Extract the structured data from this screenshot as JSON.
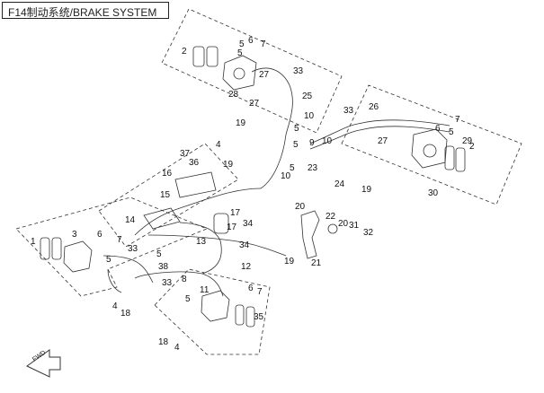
{
  "title": "F14制动系统/BRAKE SYSTEM",
  "arrow_label": "FWD",
  "callouts": [
    {
      "id": "c2a",
      "text": "2"
    },
    {
      "id": "c5a",
      "text": "5"
    },
    {
      "id": "c6a",
      "text": "6"
    },
    {
      "id": "c7a",
      "text": "7"
    },
    {
      "id": "c5b",
      "text": "5"
    },
    {
      "id": "c27a",
      "text": "27"
    },
    {
      "id": "c28",
      "text": "28"
    },
    {
      "id": "c27b",
      "text": "27"
    },
    {
      "id": "c19a",
      "text": "19"
    },
    {
      "id": "c33a",
      "text": "33"
    },
    {
      "id": "c25",
      "text": "25"
    },
    {
      "id": "c10a",
      "text": "10"
    },
    {
      "id": "c5c",
      "text": "5"
    },
    {
      "id": "c9",
      "text": "9"
    },
    {
      "id": "c10b",
      "text": "10"
    },
    {
      "id": "c5d",
      "text": "5"
    },
    {
      "id": "c23",
      "text": "23"
    },
    {
      "id": "c10c",
      "text": "10"
    },
    {
      "id": "c5e",
      "text": "5"
    },
    {
      "id": "c24",
      "text": "24"
    },
    {
      "id": "c19b",
      "text": "19"
    },
    {
      "id": "c33b",
      "text": "33"
    },
    {
      "id": "c26",
      "text": "26"
    },
    {
      "id": "c7b",
      "text": "7"
    },
    {
      "id": "c6b",
      "text": "6"
    },
    {
      "id": "c5f",
      "text": "5"
    },
    {
      "id": "c27c",
      "text": "27"
    },
    {
      "id": "c29",
      "text": "29"
    },
    {
      "id": "c2b",
      "text": "2"
    },
    {
      "id": "c30",
      "text": "30"
    },
    {
      "id": "c37",
      "text": "37"
    },
    {
      "id": "c4a",
      "text": "4"
    },
    {
      "id": "c36",
      "text": "36"
    },
    {
      "id": "c16",
      "text": "16"
    },
    {
      "id": "c19c",
      "text": "19"
    },
    {
      "id": "c15",
      "text": "15"
    },
    {
      "id": "c14",
      "text": "14"
    },
    {
      "id": "c17a",
      "text": "17"
    },
    {
      "id": "c17b",
      "text": "17"
    },
    {
      "id": "c13",
      "text": "13"
    },
    {
      "id": "c34a",
      "text": "34"
    },
    {
      "id": "c34b",
      "text": "34"
    },
    {
      "id": "c12",
      "text": "12"
    },
    {
      "id": "c19d",
      "text": "19"
    },
    {
      "id": "c20a",
      "text": "20"
    },
    {
      "id": "c22",
      "text": "22"
    },
    {
      "id": "c20b",
      "text": "20"
    },
    {
      "id": "c31",
      "text": "31"
    },
    {
      "id": "c32",
      "text": "32"
    },
    {
      "id": "c21",
      "text": "21"
    },
    {
      "id": "c1",
      "text": "1"
    },
    {
      "id": "c3",
      "text": "3"
    },
    {
      "id": "c6c",
      "text": "6"
    },
    {
      "id": "c7c",
      "text": "7"
    },
    {
      "id": "c33c",
      "text": "33"
    },
    {
      "id": "c38",
      "text": "38"
    },
    {
      "id": "c5g",
      "text": "5"
    },
    {
      "id": "c5h",
      "text": "5"
    },
    {
      "id": "c18a",
      "text": "18"
    },
    {
      "id": "c4b",
      "text": "4"
    },
    {
      "id": "c8",
      "text": "8"
    },
    {
      "id": "c5i",
      "text": "5"
    },
    {
      "id": "c33d",
      "text": "33"
    },
    {
      "id": "c11",
      "text": "11"
    },
    {
      "id": "c6d",
      "text": "6"
    },
    {
      "id": "c7d",
      "text": "7"
    },
    {
      "id": "c35",
      "text": "35"
    },
    {
      "id": "c18b",
      "text": "18"
    },
    {
      "id": "c4c",
      "text": "4"
    }
  ]
}
